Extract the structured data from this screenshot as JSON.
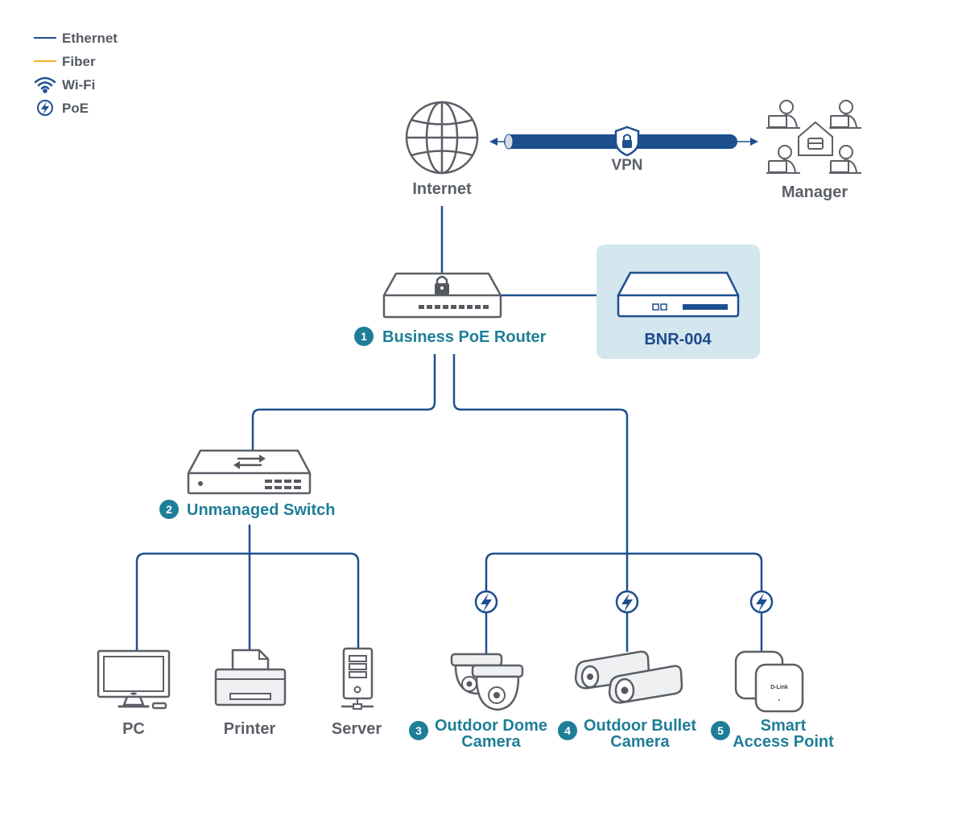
{
  "legend": {
    "ethernet": "Ethernet",
    "fiber": "Fiber",
    "wifi": "Wi-Fi",
    "poe": "PoE"
  },
  "colors": {
    "ethernet": "#1d4f8f",
    "fiber": "#f0b429",
    "accent_teal": "#1f7e97",
    "bnr_panel": "#d4e6ee",
    "device_stroke": "#5b5f66"
  },
  "nodes": {
    "internet": "Internet",
    "vpn": "VPN",
    "manager": "Manager",
    "router": {
      "number": "1",
      "label": "Business PoE Router"
    },
    "bnr": "BNR-004",
    "switch": {
      "number": "2",
      "label": "Unmanaged Switch"
    },
    "pc": "PC",
    "printer": "Printer",
    "server": "Server",
    "dome": {
      "number": "3",
      "line1": "Outdoor Dome",
      "line2": "Camera"
    },
    "bullet": {
      "number": "4",
      "line1": "Outdoor Bullet",
      "line2": "Camera"
    },
    "ap": {
      "number": "5",
      "line1": "Smart",
      "line2": "Access Point",
      "brand": "D-Link"
    }
  }
}
